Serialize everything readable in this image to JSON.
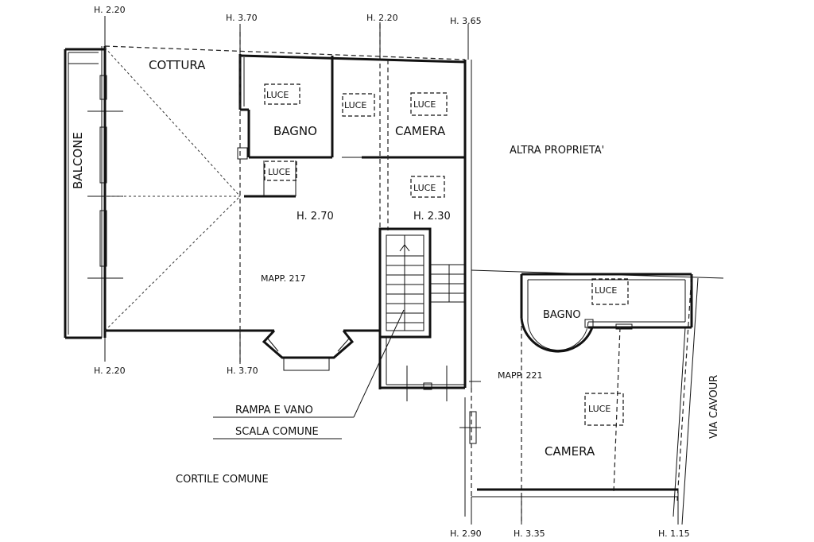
{
  "heights": {
    "h_top_left": "H. 2.20",
    "h_top_370": "H. 3.70",
    "h_top_220": "H. 2.20",
    "h_top_365": "H. 3.65",
    "h_center": "H. 2.70",
    "h_stair": "H. 2.30",
    "h_bottom_left": "H. 2.20",
    "h_bottom_370": "H. 3.70",
    "h_bottom_290": "H. 2.90",
    "h_bottom_335": "H. 3.35",
    "h_bottom_115": "H. 1.15"
  },
  "rooms": {
    "cottura": "COTTURA",
    "balcone": "BALCONE",
    "bagno_top": "BAGNO",
    "camera_top": "CAMERA",
    "bagno_right": "BAGNO",
    "camera_right": "CAMERA"
  },
  "luce": {
    "l1": "LUCE",
    "l2": "LUCE",
    "l3": "LUCE",
    "l4": "LUCE",
    "l5": "LUCE",
    "l6": "LUCE",
    "l7": "LUCE"
  },
  "labels": {
    "altra_proprieta": "ALTRA PROPRIETA'",
    "mapp_217": "MAPP. 217",
    "mapp_221": "MAPP. 221",
    "rampa_line1": "RAMPA E VANO",
    "rampa_line2": "SCALA COMUNE",
    "cortile": "CORTILE COMUNE",
    "via_cavour": "VIA CAVOUR"
  }
}
